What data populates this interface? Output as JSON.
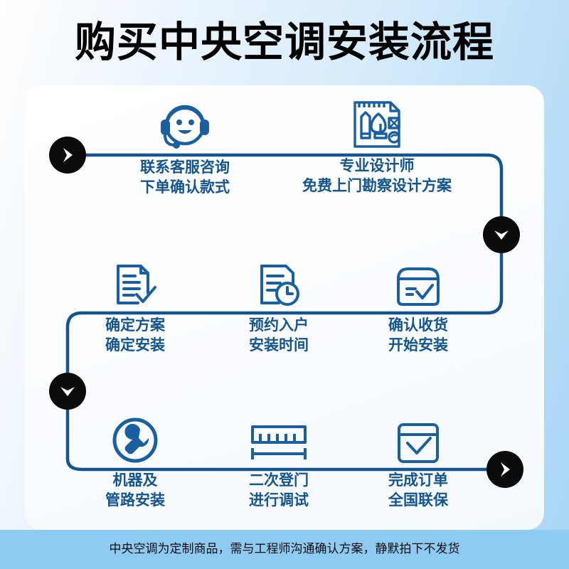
{
  "page": {
    "title": "购买中央空调安装流程",
    "footer_note": "中央空调为定制商品，需与工程师沟通确认方案，静默拍下不发货"
  },
  "colors": {
    "title_text": "#000000",
    "step_text": "#14558f",
    "line": "#14558f",
    "icon": "#1a5fa0",
    "arrow_badge": "#0b0b0b",
    "footer_band": "#8ecbf3",
    "card": "#ffffff"
  },
  "steps": [
    {
      "index": 1,
      "icon": "headset-support-icon",
      "line1": "联系客服咨询",
      "line2": "下单确认款式"
    },
    {
      "index": 2,
      "icon": "design-blueprint-icon",
      "line1": "专业设计师",
      "line2": "免费上门勘察设计方案"
    },
    {
      "index": 3,
      "icon": "document-check-icon",
      "line1": "确定方案",
      "line2": "确定安装"
    },
    {
      "index": 4,
      "icon": "document-clock-icon",
      "line1": "预约入户",
      "line2": "安装时间"
    },
    {
      "index": 5,
      "icon": "box-check-icon",
      "line1": "确认收货",
      "line2": "开始安装"
    },
    {
      "index": 6,
      "icon": "wrench-circle-icon",
      "line1": "机器及",
      "line2": "管路安装"
    },
    {
      "index": 7,
      "icon": "ruler-icon",
      "line1": "二次登门",
      "line2": "进行调试"
    },
    {
      "index": 8,
      "icon": "window-check-icon",
      "line1": "完成订单",
      "line2": "全国联保"
    }
  ],
  "arrows": [
    {
      "name": "flow-start-arrow",
      "direction": "right"
    },
    {
      "name": "flow-turn-arrow-1",
      "direction": "down"
    },
    {
      "name": "flow-turn-arrow-2",
      "direction": "down"
    },
    {
      "name": "flow-end-arrow",
      "direction": "right"
    }
  ]
}
